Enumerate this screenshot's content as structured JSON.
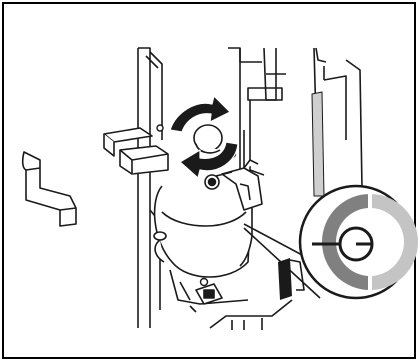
{
  "figure": {
    "subject": "machine-interior-maintenance-illustration",
    "rotation_direction": "clockwise",
    "callout_content": "magnified-dial-indicator",
    "colors": {
      "line": "#1a1a1a",
      "outer_border": "#000000",
      "arrow_fill": "#1a1a1a",
      "shadow_band": "#cfcfcf",
      "dial_dark": "#808080",
      "dial_light": "#c4c4c4",
      "background": "#ffffff"
    }
  }
}
